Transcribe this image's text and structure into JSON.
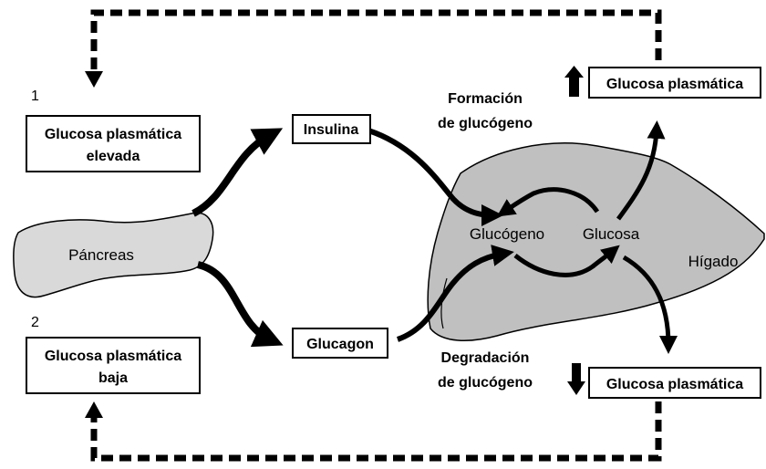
{
  "numbers": {
    "one": "1",
    "two": "2"
  },
  "boxes": {
    "high_glucose": {
      "line1": "Glucosa plasmática",
      "line2": "elevada"
    },
    "low_glucose": {
      "line1": "Glucosa plasmática",
      "line2": "baja"
    },
    "insulin": "Insulina",
    "glucagon": "Glucagon",
    "plasma_glucose_up": "Glucosa plasmática",
    "plasma_glucose_down": "Glucosa plasmática"
  },
  "organs": {
    "pancreas": "Páncreas",
    "liver": "Hígado"
  },
  "molecules": {
    "glycogen": "Glucógeno",
    "glucose": "Glucosa"
  },
  "processes": {
    "formation": {
      "line1": "Formación",
      "line2": "de glucógeno"
    },
    "degradation": {
      "line1": "Degradación",
      "line2": "de glucógeno"
    }
  },
  "colors": {
    "organ_fill": "#d9d9d9",
    "liver_fill": "#c0c0c0",
    "stroke": "#000000"
  }
}
